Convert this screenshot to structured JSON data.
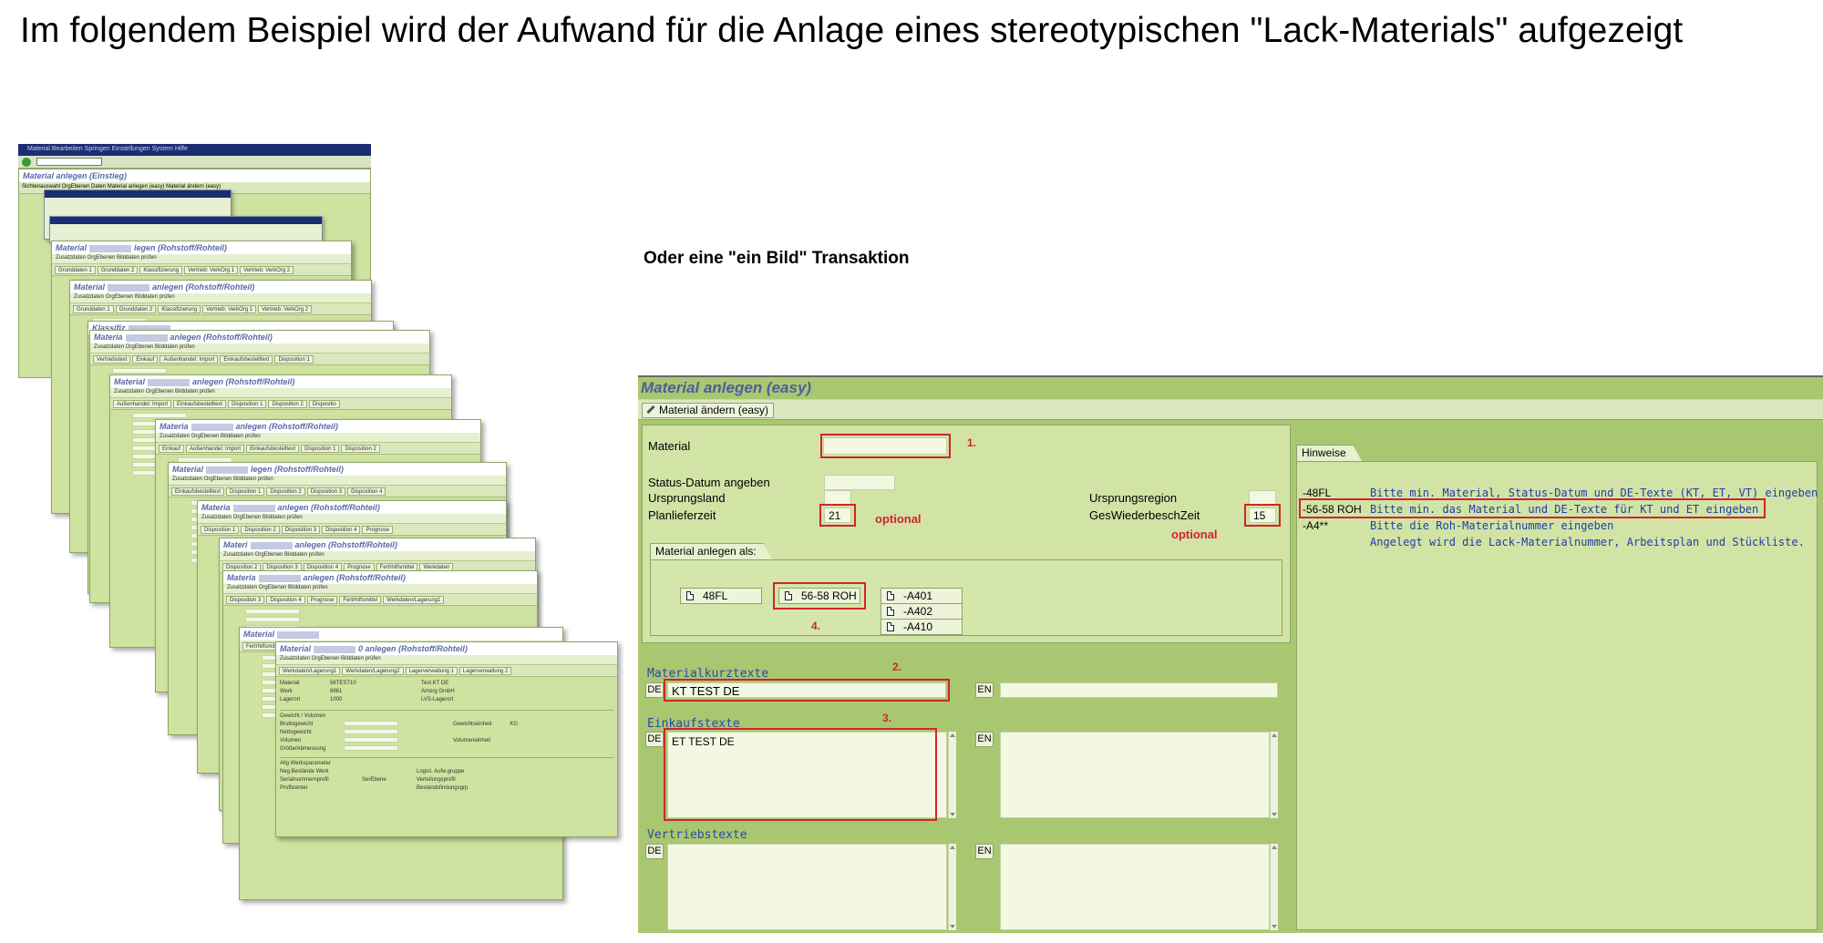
{
  "headline": "Im folgendem Beispiel wird der Aufwand für die Anlage eines stereotypischen \"Lack-Materials\" aufgezeigt",
  "subline": "Oder eine \"ein Bild\" Transaktion",
  "stack": {
    "menu": "Material  Bearbeiten  Springen  Einstellungen  System  Hilfe",
    "first_title": "Material anlegen (Einstieg)",
    "first_tabs": "Sichtenauswahl   OrgEbenen   Daten   Material anlegen (easy)   Material ändern (easy)",
    "windows": [
      {
        "prefix": "Material",
        "suffix": "legen (Rohstoff/Rohteil)",
        "tool": "Zusatzdaten   OrgEbenen   Bilddaten prüfen",
        "tabs": [
          "Grunddaten 1",
          "Grunddaten 2",
          "Klassifizierung",
          "Vertrieb: VerkOrg 1",
          "Vertrieb: VerkOrg 2"
        ]
      },
      {
        "prefix": "Material",
        "suffix": "anlegen (Rohstoff/Rohteil)",
        "tool": "Zusatzdaten   OrgEbenen   Bilddaten prüfen",
        "tabs": [
          "Grunddaten 1",
          "Grunddaten 2",
          "Klassifizierung",
          "Vertrieb: VerkOrg 1",
          "Vertrieb: VerkOrg 2"
        ]
      },
      {
        "prefix": "Klassifiz",
        "suffix": "",
        "tool": "",
        "tabs": []
      },
      {
        "prefix": "Materia",
        "suffix": "anlegen (Rohstoff/Rohteil)",
        "tool": "Zusatzdaten   OrgEbenen   Bilddaten prüfen",
        "tabs": [
          "Vertriebstext",
          "Einkauf",
          "Außenhandel: Import",
          "Einkaufsbestelltext",
          "Disposition 1"
        ]
      },
      {
        "prefix": "Material",
        "suffix": "anlegen (Rohstoff/Rohteil)",
        "tool": "Zusatzdaten   OrgEbenen   Bilddaten prüfen",
        "tabs": [
          "Außenhandel: Import",
          "Einkaufsbestelltext",
          "Disposition 1",
          "Disposition 2",
          "Dispositio"
        ]
      },
      {
        "prefix": "Materia",
        "suffix": "anlegen (Rohstoff/Rohteil)",
        "tool": "Zusatzdaten   OrgEbenen   Bilddaten prüfen",
        "tabs": [
          "Einkauf",
          "Außenhandel: Import",
          "Einkaufsbestelltext",
          "Disposition 1",
          "Disposition 2"
        ]
      },
      {
        "prefix": "Material",
        "suffix": "legen (Rohstoff/Rohteil)",
        "tool": "Zusatzdaten   OrgEbenen   Bilddaten prüfen",
        "tabs": [
          "Einkaufsbestelltext",
          "Disposition 1",
          "Disposition 2",
          "Disposition 3",
          "Disposition 4"
        ]
      },
      {
        "prefix": "Materia",
        "suffix": "anlegen (Rohstoff/Rohteil)",
        "tool": "Zusatzdaten   OrgEbenen   Bilddaten prüfen",
        "tabs": [
          "Disposition 1",
          "Disposition 2",
          "Disposition 3",
          "Disposition 4",
          "Prognose"
        ]
      },
      {
        "prefix": "Materi",
        "suffix": "anlegen (Rohstoff/Rohteil)",
        "tool": "Zusatzdaten   OrgEbenen   Bilddaten prüfen",
        "tabs": [
          "Disposition 2",
          "Disposition 3",
          "Disposition 4",
          "Prognose",
          "Fertrhilfsmittel",
          "Werkdaten"
        ]
      },
      {
        "prefix": "Materia",
        "suffix": "anlegen (Rohstoff/Rohteil)",
        "tool": "Zusatzdaten   OrgEbenen   Bilddaten prüfen",
        "tabs": [
          "Disposition 3",
          "Disposition 4",
          "Prognose",
          "Fertrhilfsmittel",
          "Werkdaten/Lagerung1"
        ]
      },
      {
        "prefix": "Material",
        "suffix": "",
        "tool": "",
        "tabs": [
          "Fertrhilfsmittel",
          "Werkdaten/Lagerung1",
          "Werkdaten/Lagerung2",
          "Lagerverwaltung 1"
        ]
      },
      {
        "prefix": "Material",
        "suffix": "0 anlegen (Rohstoff/Rohteil)",
        "tool": "Zusatzdaten   OrgEbenen   Bilddaten prüfen",
        "tabs": [
          "Werkdaten/Lagerung1",
          "Werkdaten/Lagerung2",
          "Lagerverwaltung 1",
          "Lagerverwaltung 2"
        ]
      }
    ],
    "last_fields": [
      {
        "label": "Material",
        "value": "56TEST10",
        "extra": "Test KT DE"
      },
      {
        "label": "Werk",
        "value": "8861",
        "extra": "Amorg GmbH"
      },
      {
        "label": "Lagerort",
        "value": "1000",
        "extra": "LVS-Lagerort"
      }
    ],
    "gewicht_title": "Gewicht / Volumen",
    "gewicht_rows": [
      "Bruttogewicht",
      "Nettogewicht",
      "Volumen",
      "Größe/Abmessung"
    ],
    "gewicht_right": [
      "Gewichtseinheit",
      "",
      "Volumeneinheit"
    ],
    "gewicht_unit": "KG",
    "allg_title": "Allg Werksparameter",
    "allg_rows": [
      "Neg.Bestände Werk",
      "Serialnummernprofil",
      "Profitcenter"
    ],
    "allg_right": [
      "Logist. Aufw.gruppe",
      "Verteilungsprofil",
      "Bestandsfindungsgrp"
    ],
    "serebene": "SerEbene"
  },
  "main": {
    "title": "Material anlegen (easy)",
    "tool_button": "Material ändern (easy)",
    "fields": {
      "material_label": "Material",
      "material_value": "",
      "status_label": "Status-Datum angeben",
      "status_value": "",
      "ursprungsland_label": "Ursprungsland",
      "ursprungsland_value": "",
      "planlieferzeit_label": "Planlieferzeit",
      "planlieferzeit_value": "21",
      "ursprungsregion_label": "Ursprungsregion",
      "ursprungsregion_value": "",
      "geswieder_label": "GesWiederbeschZeit",
      "geswieder_value": "15"
    },
    "optional_1": "optional",
    "optional_2": "optional",
    "anlegen_als": "Material anlegen als:",
    "buttons": [
      "48FL",
      "56-58 ROH",
      "-A401",
      "-A402",
      "-A410"
    ],
    "markers": [
      "1.",
      "2.",
      "3.",
      "4."
    ],
    "hinweise_title": "Hinweise",
    "hinweise": [
      {
        "code": "-48FL",
        "text": "Bitte min. Material, Status-Datum und DE-Texte (KT, ET, VT) eingeben"
      },
      {
        "code": "-56-58 ROH",
        "text": "Bitte min. das Material und DE-Texte für KT und ET eingeben"
      },
      {
        "code": "-A4**",
        "text": "Bitte die Roh-Materialnummer eingeben"
      },
      {
        "code": "",
        "text": "Angelegt wird die Lack-Materialnummer, Arbeitsplan und Stückliste."
      }
    ],
    "materialkurztexte": "Materialkurztexte",
    "kt_de_lang": "DE",
    "kt_de_value": "KT TEST DE",
    "kt_en_lang": "EN",
    "kt_en_value": "",
    "einkaufstexte": "Einkaufstexte",
    "et_de_lang": "DE",
    "et_de_value": "ET TEST DE",
    "et_en_lang": "EN",
    "et_en_value": "",
    "vertriebstexte": "Vertriebstexte",
    "vt_de_lang": "DE",
    "vt_de_value": "",
    "vt_en_lang": "EN",
    "vt_en_value": ""
  },
  "colors": {
    "sap_green": "#a9c770",
    "sap_panel": "#d2e3a6",
    "title_blue": "#4d5f9a",
    "annotation_red": "#d1242c",
    "mono_blue": "#1f3fa8",
    "menubar_navy": "#1b2e73"
  }
}
